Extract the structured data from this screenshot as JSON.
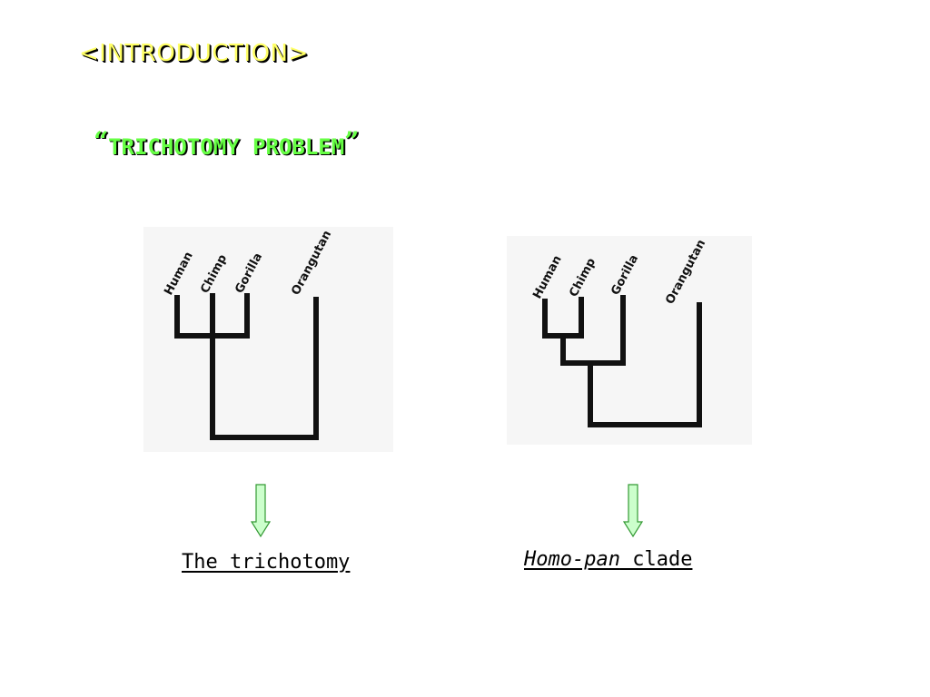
{
  "slide": {
    "heading": "<INTRODUCTION>",
    "subheading": {
      "open_quote": "“",
      "text": "TRICHOTOMY PROBLEM",
      "close_quote": "”"
    }
  },
  "trees": {
    "left": {
      "labels": [
        "Human",
        "Chimp",
        "Gorilla",
        "Orangutan"
      ]
    },
    "right": {
      "labels": [
        "Human",
        "Chimp",
        "Gorilla",
        "Orangutan"
      ]
    }
  },
  "captions": {
    "left": "The trichotomy",
    "right_italic": "Homo-pan",
    "right_rest": " clade"
  },
  "colors": {
    "heading": "#ffff66",
    "subheading": "#66ff44",
    "arrow_fill": "#ccffcc",
    "arrow_stroke": "#339933",
    "tree_line": "#111111"
  }
}
